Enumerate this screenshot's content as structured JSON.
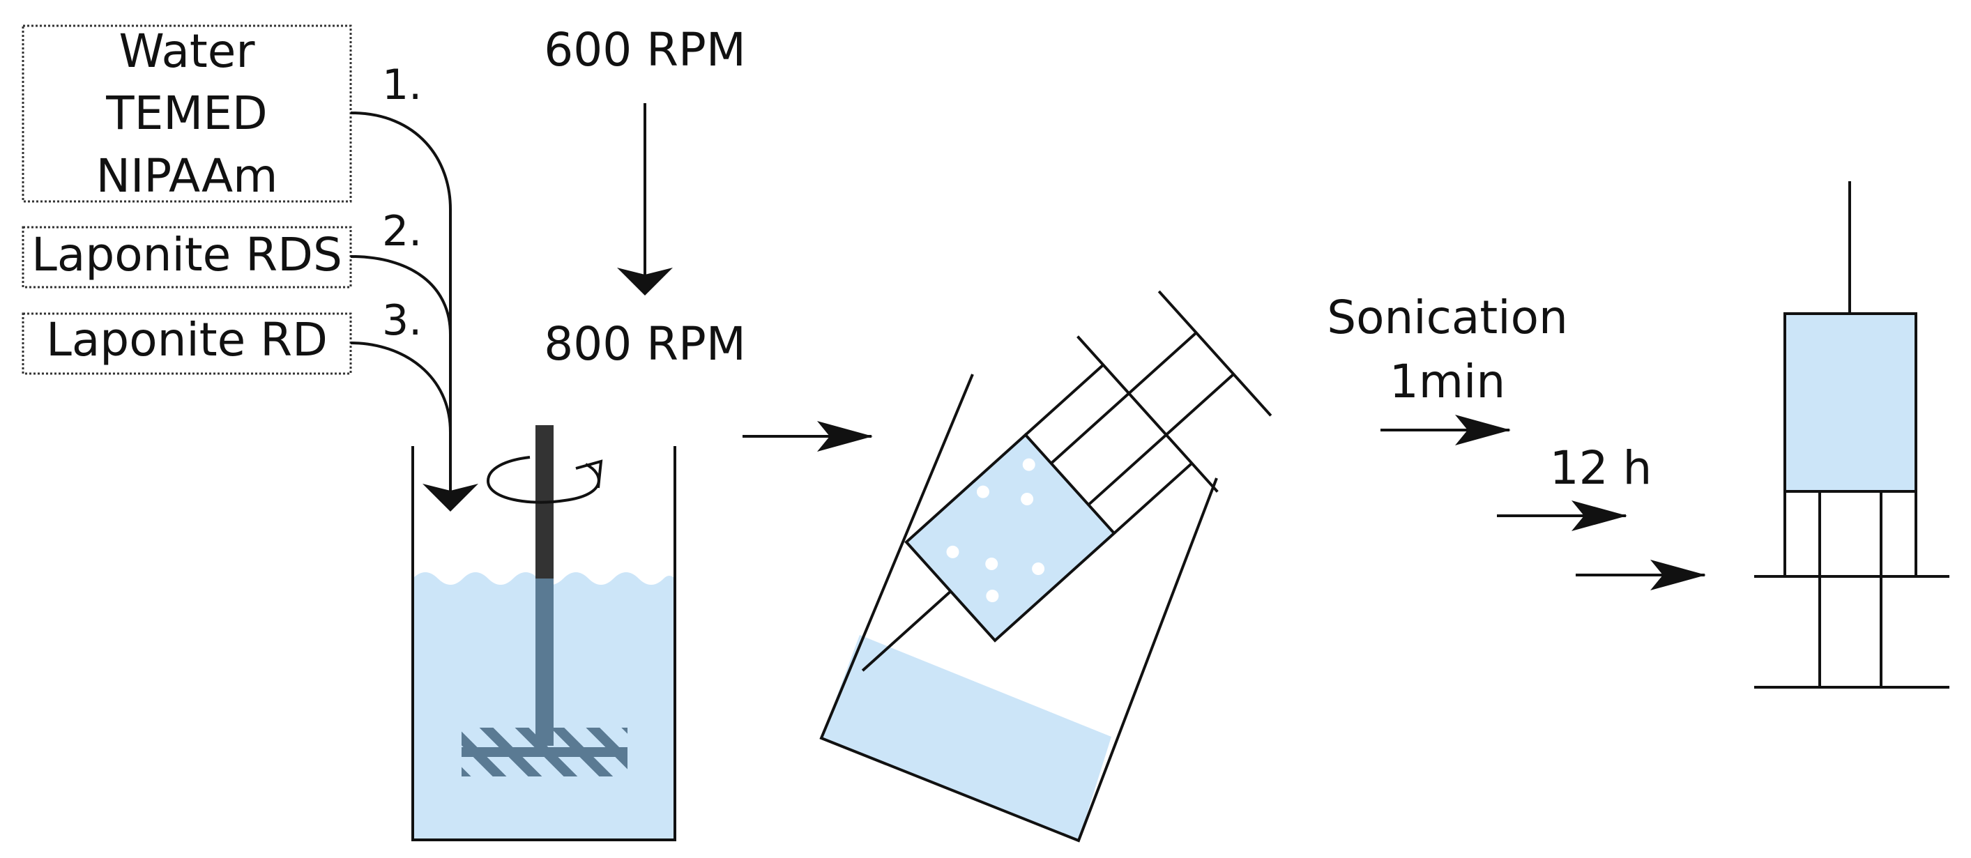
{
  "ingredients": {
    "group1": [
      "Water",
      "TEMED",
      "NIPAAm"
    ],
    "group2": "Laponite RDS",
    "group3": "Laponite RD"
  },
  "steps": [
    "1.",
    "2.",
    "3."
  ],
  "stirring": {
    "speed_start": "600 RPM",
    "speed_end": "800 RPM"
  },
  "sonication": {
    "label": "Sonication",
    "duration": "1min"
  },
  "rest": {
    "duration": "12 h"
  },
  "colors": {
    "liquid": "#cce5f8",
    "stirrer_rod": "#333333",
    "impeller": "#5a7a93",
    "line": "#111111"
  }
}
